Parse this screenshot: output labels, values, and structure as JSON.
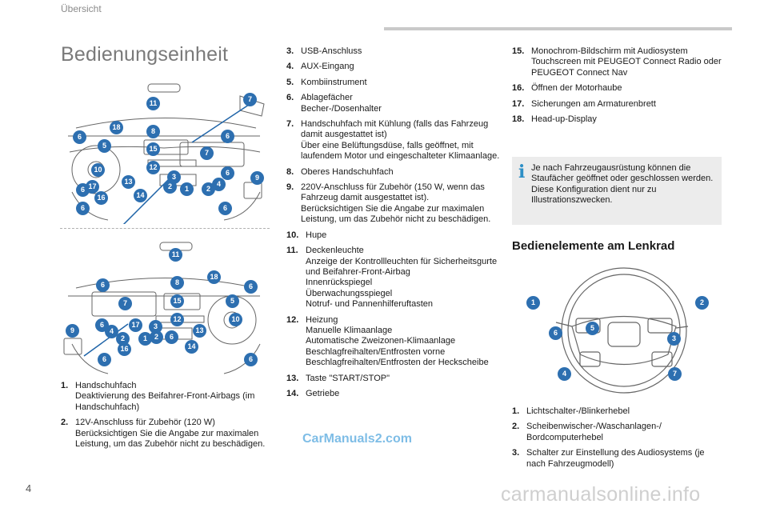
{
  "header": {
    "section": "Übersicht"
  },
  "title": "Bedienungseinheit",
  "page_number": "4",
  "dashboard_callouts": {
    "top": [
      "11",
      "7",
      "18",
      "8",
      "6",
      "6",
      "5",
      "15",
      "7",
      "10",
      "12",
      "6",
      "9",
      "13",
      "3",
      "6",
      "2",
      "1",
      "2",
      "4",
      "17",
      "16",
      "14",
      "6",
      "6"
    ],
    "bottom": [
      "11",
      "18",
      "8",
      "6",
      "6",
      "5",
      "15",
      "7",
      "10",
      "9",
      "6",
      "4",
      "12",
      "2",
      "17",
      "3",
      "2",
      "6",
      "13",
      "16",
      "1",
      "14",
      "6",
      "6"
    ]
  },
  "wheel_callouts": [
    "1",
    "2",
    "5",
    "6",
    "3",
    "4",
    "7"
  ],
  "col1_items": [
    {
      "num": "1.",
      "text": "Handschuhfach\nDeaktivierung des Beifahrer-Front-Airbags (im Handschuhfach)"
    },
    {
      "num": "2.",
      "text": "12V-Anschluss für Zubehör (120 W)\nBerücksichtigen Sie die Angabe zur maximalen Leistung, um das Zubehör nicht zu beschädigen."
    }
  ],
  "col2_items": [
    {
      "num": "3.",
      "text": "USB-Anschluss"
    },
    {
      "num": "4.",
      "text": "AUX-Eingang"
    },
    {
      "num": "5.",
      "text": "Kombiinstrument"
    },
    {
      "num": "6.",
      "text": "Ablagefächer\nBecher-/Dosenhalter"
    },
    {
      "num": "7.",
      "text": "Handschuhfach mit Kühlung (falls das Fahrzeug damit ausgestattet ist)\nÜber eine Belüftungsdüse, falls geöffnet, mit laufendem Motor und eingeschalteter Klimaanlage."
    },
    {
      "num": "8.",
      "text": "Oberes Handschuhfach"
    },
    {
      "num": "9.",
      "text": "220V-Anschluss für Zubehör (150 W, wenn das Fahrzeug damit ausgestattet ist).\nBerücksichtigen Sie die Angabe zur maximalen Leistung, um das Zubehör nicht zu beschädigen."
    },
    {
      "num": "10.",
      "text": "Hupe"
    },
    {
      "num": "11.",
      "text": "Deckenleuchte\nAnzeige der Kontrollleuchten für Sicherheitsgurte und Beifahrer-Front-Airbag\nInnenrückspiegel\nÜberwachungsspiegel\nNotruf- und Pannenhilferuftasten"
    },
    {
      "num": "12.",
      "text": "Heizung\nManuelle Klimaanlage\nAutomatische Zweizonen-Klimaanlage\nBeschlagfreihalten/Entfrosten vorne\nBeschlagfreihalten/Entfrosten der Heckscheibe"
    },
    {
      "num": "13.",
      "text": "Taste \"START/STOP\""
    },
    {
      "num": "14.",
      "text": "Getriebe"
    }
  ],
  "col3_items": [
    {
      "num": "15.",
      "text": "Monochrom-Bildschirm mit Audiosystem\nTouchscreen mit PEUGEOT Connect Radio oder PEUGEOT Connect Nav"
    },
    {
      "num": "16.",
      "text": "Öffnen der Motorhaube"
    },
    {
      "num": "17.",
      "text": "Sicherungen am Armaturenbrett"
    },
    {
      "num": "18.",
      "text": "Head-up-Display"
    }
  ],
  "info_box": {
    "icon": "info-icon",
    "text": "Je nach Fahrzeugausrüstung können die Staufächer geöffnet oder geschlossen werden. Diese Konfiguration dient nur zu Illustrationszwecken."
  },
  "steering_section": {
    "title": "Bedienelemente am Lenkrad",
    "items": [
      {
        "num": "1.",
        "text": "Lichtschalter-/Blinkerhebel"
      },
      {
        "num": "2.",
        "text": "Scheibenwischer-/Waschanlagen-/ Bordcomputerhebel"
      },
      {
        "num": "3.",
        "text": "Schalter zur Einstellung des Audiosystems (je nach Fahrzeugmodell)"
      }
    ]
  },
  "watermarks": {
    "center": "CarManuals2.com",
    "footer": "carmanualsonline.info"
  },
  "colors": {
    "callout": "#2d6fb0",
    "accent": "#2d8fc6",
    "box": "#ececec"
  }
}
